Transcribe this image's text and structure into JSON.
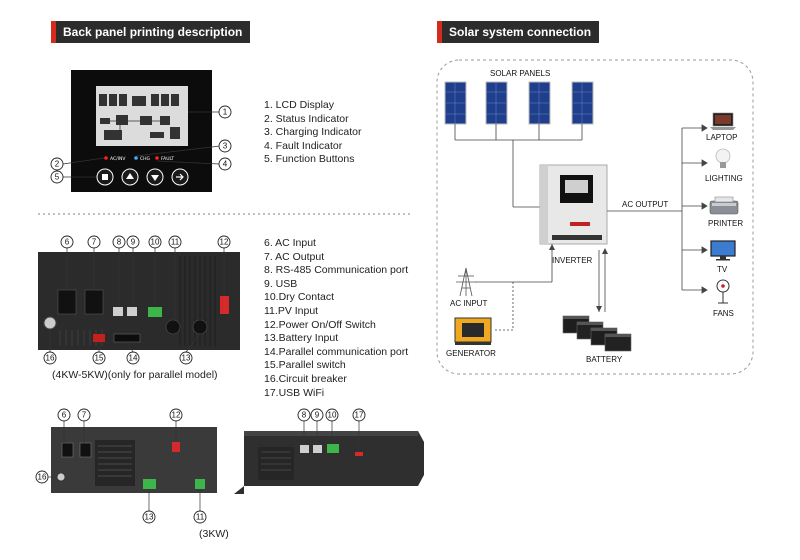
{
  "sections": {
    "back_panel": "Back panel printing description",
    "solar": "Solar system connection"
  },
  "lcd_panel": {
    "labels": {
      "ac_inv": "AC/INV",
      "chg": "CHG",
      "fault": "FAULT"
    }
  },
  "list1": [
    "1.  LCD Display",
    "2.  Status Indicator",
    "3.  Charging Indicator",
    "4.  Fault Indicator",
    "5.  Function Buttons"
  ],
  "list2": [
    "6.  AC Input",
    "7.  AC Output",
    "8.  RS-485 Communication port",
    "9.  USB",
    "10.Dry Contact",
    "11.PV Input",
    "12.Power On/Off Switch",
    "13.Battery Input",
    "14.Parallel communication port",
    "15.Parallel switch",
    "16.Circuit breaker",
    "17.USB WiFi"
  ],
  "notes": {
    "parallel_model": "(4KW-5KW)(only for parallel model)",
    "model_3kw": "(3KW)"
  },
  "numbers": {
    "n1": "1",
    "n2": "2",
    "n3": "3",
    "n4": "4",
    "n5": "5",
    "n6": "6",
    "n7": "7",
    "n8": "8",
    "n9": "9",
    "n10": "10",
    "n11": "11",
    "n12": "12",
    "n13": "13",
    "n14": "14",
    "n15": "15",
    "n16": "16",
    "n17": "17"
  },
  "solar": {
    "solar_panels": "SOLAR PANELS",
    "inverter": "INVERTER",
    "ac_output": "AC OUTPUT",
    "ac_input": "AC INPUT",
    "generator": "GENERATOR",
    "battery": "BATTERY",
    "loads": [
      "LAPTOP",
      "LIGHTING",
      "PRINTER",
      "TV",
      "FANS"
    ]
  },
  "colors": {
    "accent": "#d52b1e",
    "header_bg": "#2c2c2c",
    "panel_blue": "#1f3f8c",
    "device_dark": "#2b2b2b"
  }
}
